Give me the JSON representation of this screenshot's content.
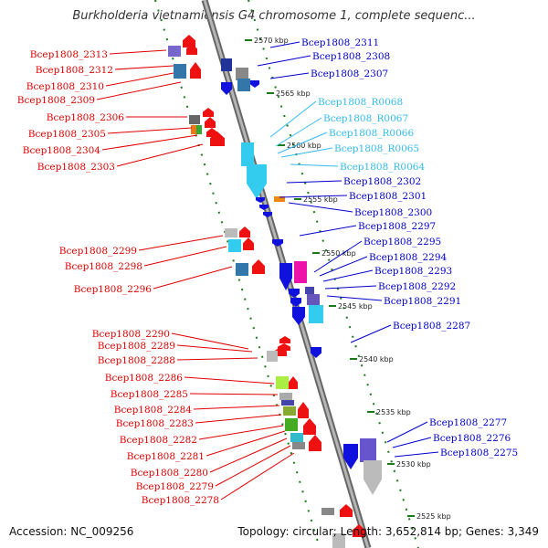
{
  "title": "Burkholderia vietnamiensis G4 chromosome 1, complete sequenc...",
  "footer": {
    "accession": "Accession: NC_009256",
    "summary": "Topology: circular; Length: 3,652,814 bp; Genes: 3,349"
  },
  "colors": {
    "left_strand_label": "#e00000",
    "right_strand_label": "#0000cc",
    "rna_label": "#33bbee",
    "backbone": "#888888",
    "ruler_green": "#1a7a1a"
  },
  "ticks": [
    "2570 kbp",
    "2565 kbp",
    "2560 kbp",
    "2555 kbp",
    "2550 kbp",
    "2545 kbp",
    "2540 kbp",
    "2535 kbp",
    "2530 kbp",
    "2525 kbp"
  ],
  "left_labels": [
    "Bcep1808_2313",
    "Bcep1808_2312",
    "Bcep1808_2310",
    "Bcep1808_2309",
    "Bcep1808_2306",
    "Bcep1808_2305",
    "Bcep1808_2304",
    "Bcep1808_2303",
    "Bcep1808_2299",
    "Bcep1808_2298",
    "Bcep1808_2296",
    "Bcep1808_2290",
    "Bcep1808_2289",
    "Bcep1808_2288",
    "Bcep1808_2286",
    "Bcep1808_2285",
    "Bcep1808_2284",
    "Bcep1808_2283",
    "Bcep1808_2282",
    "Bcep1808_2281",
    "Bcep1808_2280",
    "Bcep1808_2279",
    "Bcep1808_2278"
  ],
  "right_labels": [
    "Bcep1808_2311",
    "Bcep1808_2308",
    "Bcep1808_2307",
    "Bcep1808_R0068",
    "Bcep1808_R0067",
    "Bcep1808_R0066",
    "Bcep1808_R0065",
    "Bcep1808_R0064",
    "Bcep1808_2302",
    "Bcep1808_2301",
    "Bcep1808_2300",
    "Bcep1808_2297",
    "Bcep1808_2295",
    "Bcep1808_2294",
    "Bcep1808_2293",
    "Bcep1808_2292",
    "Bcep1808_2291",
    "Bcep1808_2287",
    "Bcep1808_2277",
    "Bcep1808_2276",
    "Bcep1808_2275"
  ]
}
